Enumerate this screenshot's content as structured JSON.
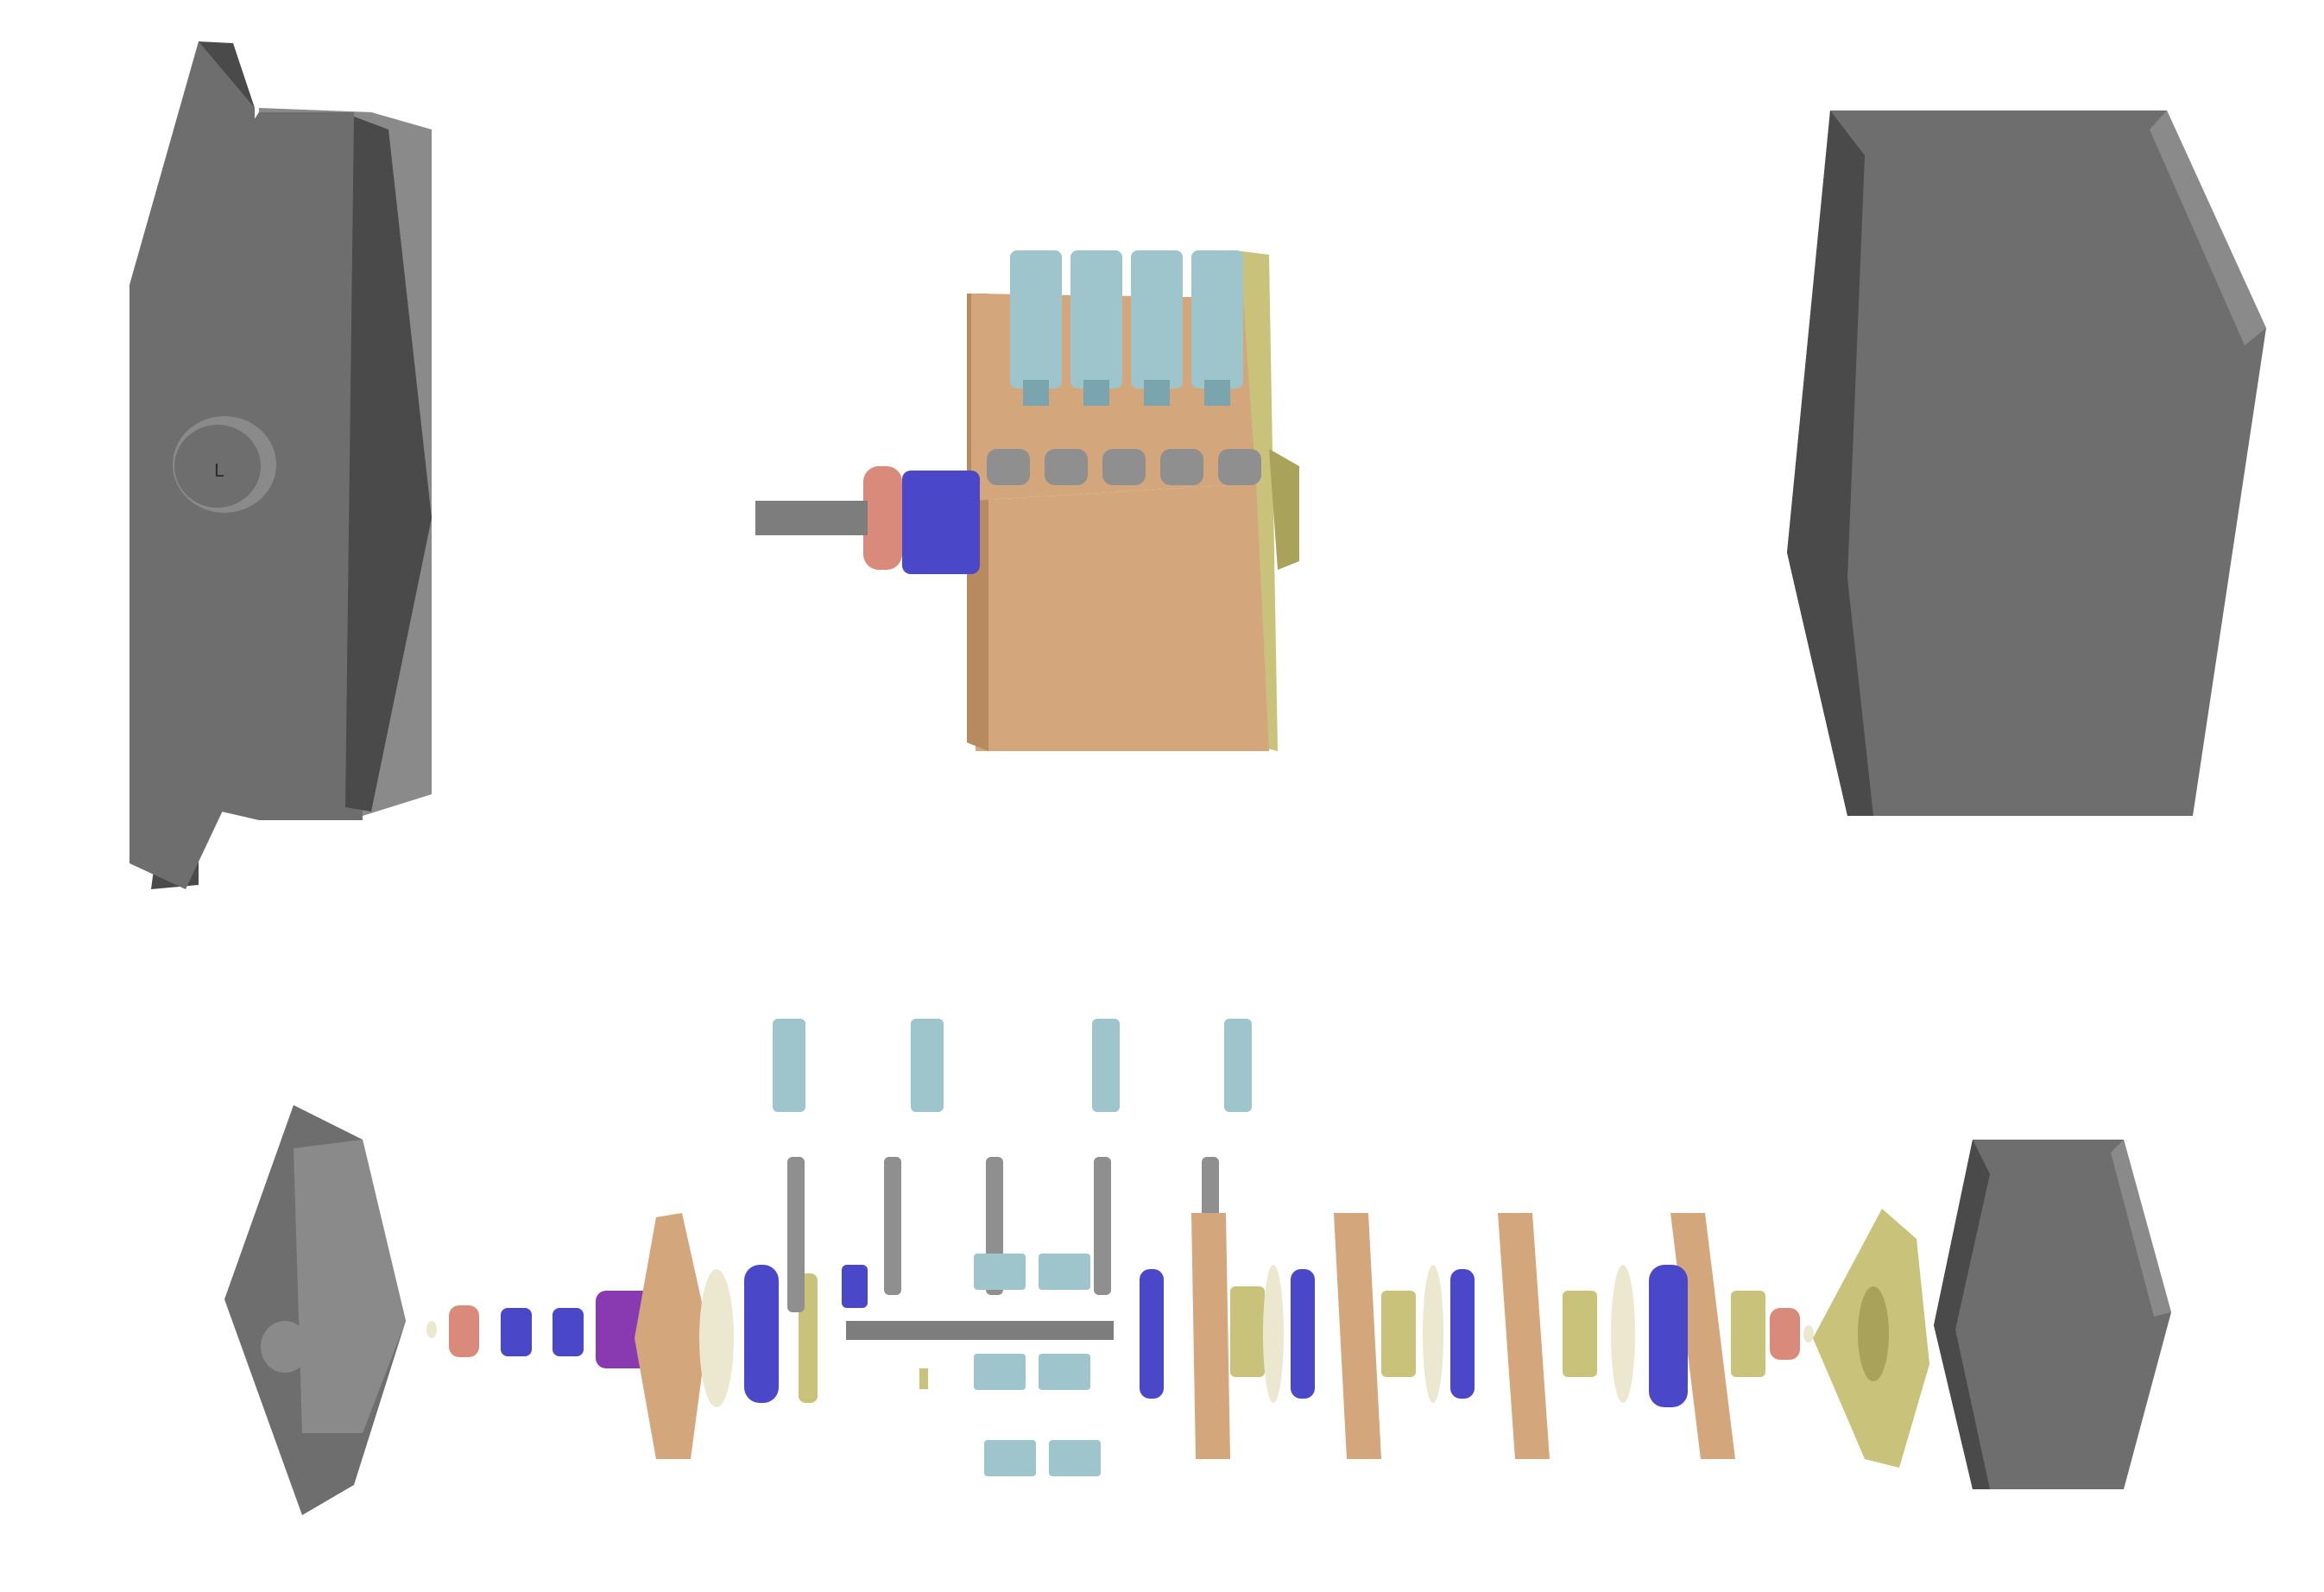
{
  "figure": {
    "kind": "exploded-assembly-render",
    "palette": {
      "enclosure": "#6e6e6e",
      "enclosure_dark": "#4a4a4a",
      "enclosure_light": "#8a8a8a",
      "frame": "#d4a67c",
      "frame_dark": "#b88a60",
      "plate": "#c9c27a",
      "plate_dark": "#a9a25a",
      "gear_blue": "#4a48c8",
      "gear_blue_dark": "#3432a0",
      "cam_light_blue": "#9ec4cc",
      "cam_dark_blue": "#7aa4ae",
      "bearing_pink": "#d98a7a",
      "hub_purple": "#8a3ab0",
      "screw_grey": "#8f8f8f",
      "shaft_grey": "#7d7d7d",
      "washer_cream": "#ece8d0"
    },
    "views": {
      "assembled": {
        "label_on_cap": "L"
      },
      "exploded": {
        "cam_count": 4,
        "screw_count": 5,
        "spacer_columns": 4
      }
    }
  }
}
